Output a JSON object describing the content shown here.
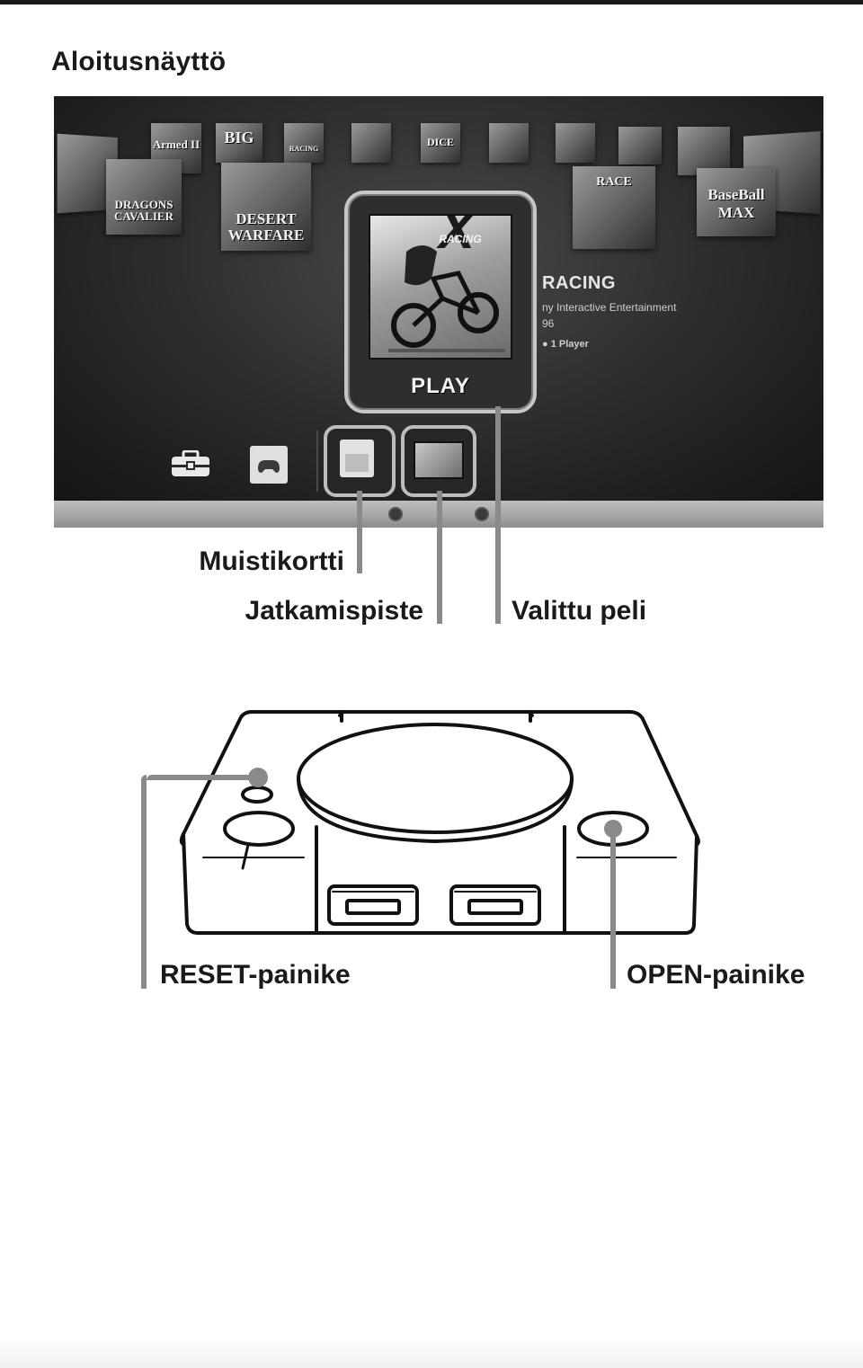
{
  "section_title": "Aloitusnäyttö",
  "home_screen": {
    "selected_game": {
      "title": "RACING",
      "publisher": "ny Interactive Entertainment",
      "year": "96",
      "players": "1 Player",
      "play_label": "PLAY",
      "cover_logo": "RACING"
    },
    "carousel_covers": [
      "Armed II",
      "BIG",
      "RACING",
      "DICE",
      "DRAGONS CAVALIER",
      "DESERT WARFARE",
      "RACE",
      "BaseBall MAX"
    ]
  },
  "callouts": {
    "memory_card": "Muistikortti",
    "resume_point": "Jatkamispiste",
    "selected_game": "Valittu peli",
    "reset_button": "RESET-painike",
    "open_button": "OPEN-painike"
  },
  "colors": {
    "callout_line": "#8a8a8a",
    "ink": "#1a1a1a"
  },
  "icons": [
    "toolbox-icon",
    "controller-icon",
    "memory-card-icon",
    "resume-point-icon",
    "cross-button-icon",
    "circle-button-icon",
    "console-icon"
  ]
}
